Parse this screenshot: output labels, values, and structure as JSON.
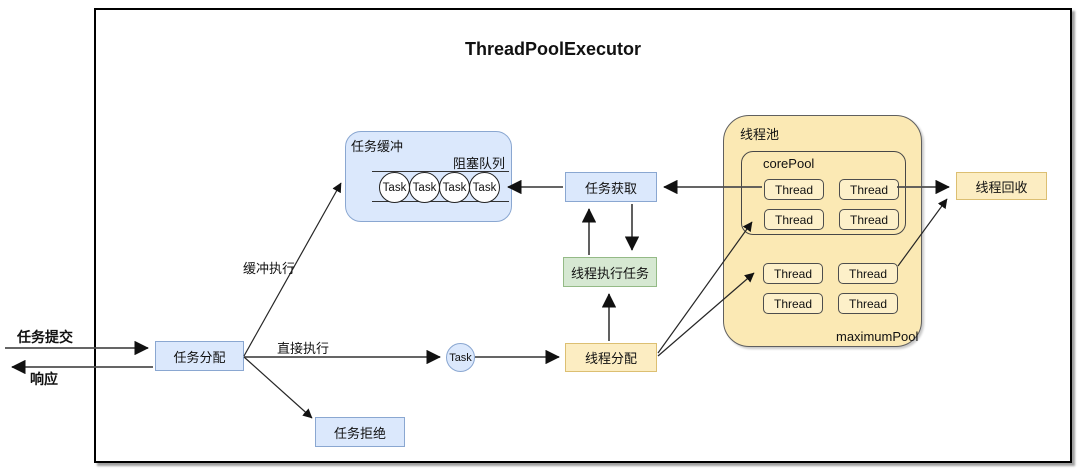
{
  "title": "ThreadPoolExecutor",
  "io": {
    "submit": "任务提交",
    "response": "响应"
  },
  "nodes": {
    "task_dispatch": "任务分配",
    "task_reject": "任务拒绝",
    "task": "Task",
    "thread_dispatch": "线程分配",
    "task_fetch": "任务获取",
    "thread_exec_task": "线程执行任务",
    "thread_recycle": "线程回收"
  },
  "edge_labels": {
    "buffered_exec": "缓冲执行",
    "direct_exec": "直接执行"
  },
  "buffer": {
    "title": "任务缓冲",
    "queue_label": "阻塞队列",
    "tasks": [
      "Task",
      "Task",
      "Task",
      "Task"
    ]
  },
  "pool": {
    "title": "线程池",
    "core_label": "corePool",
    "max_label": "maximumPool",
    "core_threads": [
      "Thread",
      "Thread",
      "Thread",
      "Thread"
    ],
    "max_threads": [
      "Thread",
      "Thread",
      "Thread",
      "Thread"
    ]
  },
  "colors": {
    "blue_fill": "#dbe8fc",
    "blue_border": "#8aa7d1",
    "yellow_fill": "#fcedc2",
    "yellow_border": "#dcbf72",
    "green_fill": "#d6e8d2",
    "green_border": "#94ba86",
    "pool_fill": "#fbe9b4",
    "thread_fill": "#fdf0c9",
    "thread_border": "#4d4d4d",
    "queue_task_fill": "#ffffff",
    "edge_main": "#4f4f4f",
    "edge_thin": "#262626"
  }
}
